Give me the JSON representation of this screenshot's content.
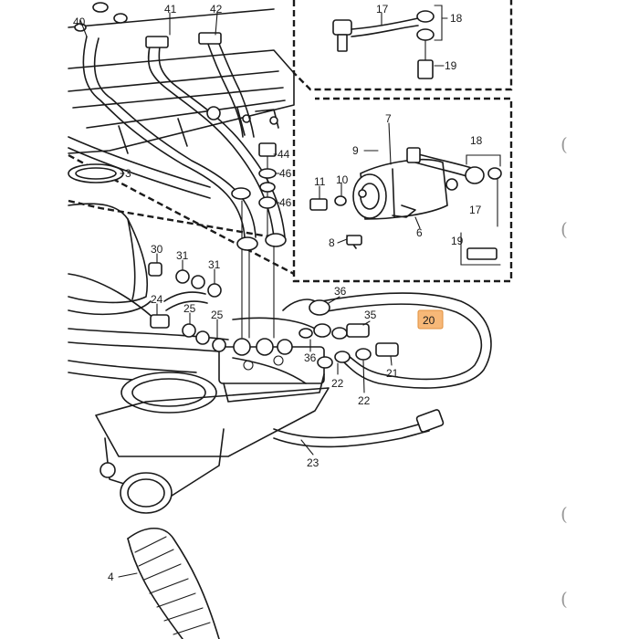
{
  "callouts": {
    "c40": "40",
    "c41": "41",
    "c42": "42",
    "c17a": "17",
    "c18a": "18",
    "c19": "19",
    "c44": "44",
    "c46a": "46",
    "c46b": "46",
    "c3": "3",
    "c7": "7",
    "c9": "9",
    "c18b": "18",
    "c11": "11",
    "c10": "10",
    "c17b": "17",
    "c6": "6",
    "c8": "8",
    "c19b": "19",
    "c30": "30",
    "c31a": "31",
    "c31b": "31",
    "c24": "24",
    "c25a": "25",
    "c25b": "25",
    "c36a": "36",
    "c35": "35",
    "c36b": "36",
    "c22a": "22",
    "c22b": "22",
    "c21": "21",
    "c23": "23",
    "c4": "4"
  },
  "highlight": {
    "label": "20",
    "color": "#f7b878"
  },
  "edge_marks": [
    "(",
    "(",
    "(",
    "("
  ]
}
